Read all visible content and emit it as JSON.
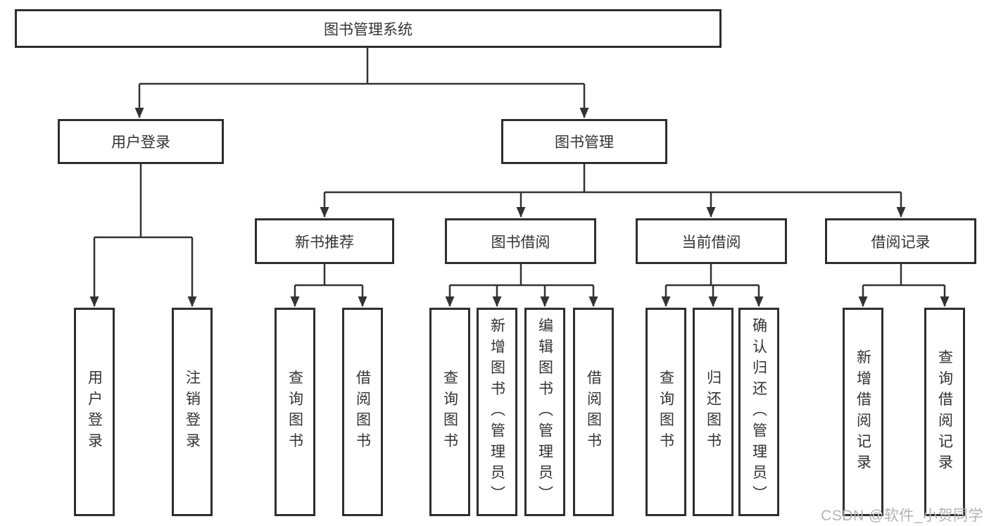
{
  "tree": {
    "label": "图书管理系统",
    "children": [
      {
        "label": "用户登录",
        "children": [
          {
            "label": "用户登录"
          },
          {
            "label": "注销登录"
          }
        ]
      },
      {
        "label": "图书管理",
        "children": [
          {
            "label": "新书推荐",
            "children": [
              {
                "label": "查询图书"
              },
              {
                "label": "借阅图书"
              }
            ]
          },
          {
            "label": "图书借阅",
            "children": [
              {
                "label": "查询图书"
              },
              {
                "label": "新增图书（管理员）"
              },
              {
                "label": "编辑图书（管理员）"
              },
              {
                "label": "借阅图书"
              }
            ]
          },
          {
            "label": "当前借阅",
            "children": [
              {
                "label": "查询图书"
              },
              {
                "label": "归还图书"
              },
              {
                "label": "确认归还（管理员）"
              }
            ]
          },
          {
            "label": "借阅记录",
            "children": [
              {
                "label": "新增借阅记录"
              },
              {
                "label": "查询借阅记录"
              }
            ]
          }
        ]
      }
    ]
  },
  "watermark": {
    "text": "CSDN @软件_小贺同学"
  },
  "colors": {
    "line": "#333333",
    "box_border": "#2e2e2e",
    "text": "#333333",
    "watermark": "#b3b3b3",
    "background": "#ffffff"
  }
}
